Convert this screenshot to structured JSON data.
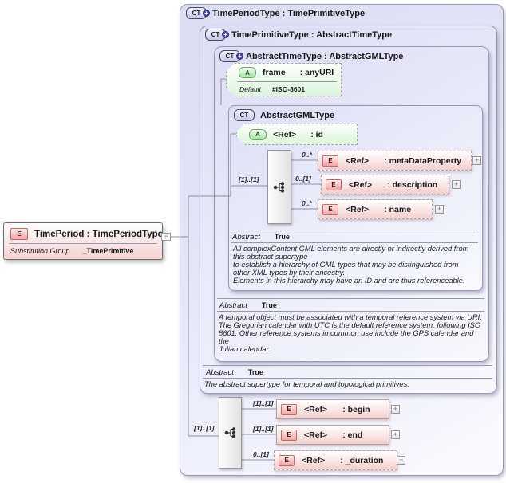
{
  "icons": {
    "complex_type": "CT",
    "derivation_plus": "+",
    "attribute": "A",
    "element": "E",
    "expand": "+",
    "collapse": "−"
  },
  "left_element": {
    "title": "TimePeriod : TimePeriodType",
    "sub_label": "Substitution Group",
    "sub_value": "_TimePrimitive"
  },
  "outer": {
    "title": "TimePeriodType : TimePrimitiveType"
  },
  "time_primitive": {
    "title": "TimePrimitiveType : AbstractTimeType",
    "abstract_label": "Abstract",
    "abstract_value": "True",
    "annotation": "The abstract supertype for temporal and topological primitives."
  },
  "abstract_time": {
    "title": "AbstractTimeType : AbstractGMLType",
    "abstract_label": "Abstract",
    "abstract_value": "True",
    "annotation": "A temporal object must be associated with a temporal reference system via URI.\nThe Gregorian calendar with UTC is the default reference system, following ISO\n8601. Other reference systems in common use include the GPS calendar and\nthe\nJulian calendar.",
    "frame_attr": {
      "name": "frame",
      "type": ": anyURI",
      "default_label": "Default",
      "default_value": "#ISO-8601"
    }
  },
  "abstract_gml": {
    "title": "AbstractGMLType",
    "id_attr": {
      "name": "<Ref>",
      "type": ": id"
    },
    "multiplicity": "[1]..[1]",
    "abstract_label": "Abstract",
    "abstract_value": "True",
    "annotation": "All complexContent GML elements are directly or indirectly derived from\nthis abstract supertype\nto establish a hierarchy of GML types that may be distinguished from\nother XML types by their ancestry.\nElements in this hierarchy may have an ID and are thus referenceable.",
    "children": [
      {
        "multiplicity": "0..*",
        "ref": "<Ref>",
        "type": ": metaDataProperty"
      },
      {
        "multiplicity": "0..[1]",
        "ref": "<Ref>",
        "type": ": description"
      },
      {
        "multiplicity": "0..*",
        "ref": "<Ref>",
        "type": ": name"
      }
    ]
  },
  "sequence": {
    "multiplicity": "[1]..[1]",
    "children": [
      {
        "multiplicity": "[1]..[1]",
        "ref": "<Ref>",
        "type": ": begin"
      },
      {
        "multiplicity": "[1]..[1]",
        "ref": "<Ref>",
        "type": ": end"
      },
      {
        "multiplicity": "0..[1]",
        "ref": "<Ref>",
        "type": ": _duration"
      }
    ]
  }
}
